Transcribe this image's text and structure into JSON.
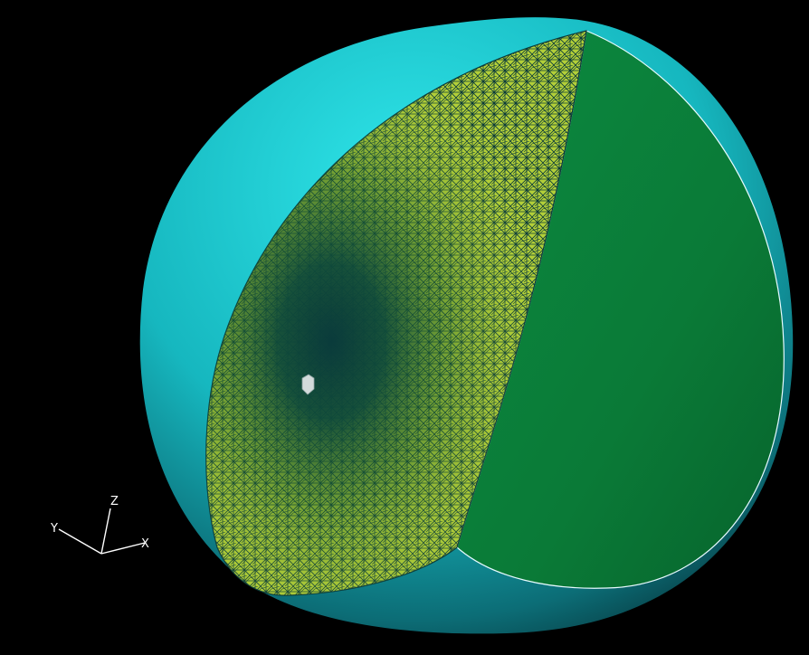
{
  "viewport": {
    "background": "#000000",
    "model": {
      "outer_sphere_color": "#1fd3d8",
      "cut_face_color": "#0b7f3b",
      "mesh_fill_color": "#b7d23a",
      "mesh_edge_color": "#0a3a3a",
      "center_object_color": "#cfd6d6"
    },
    "axes": {
      "labels": [
        "Y",
        "Z",
        "X"
      ],
      "color": "#ffffff"
    }
  }
}
